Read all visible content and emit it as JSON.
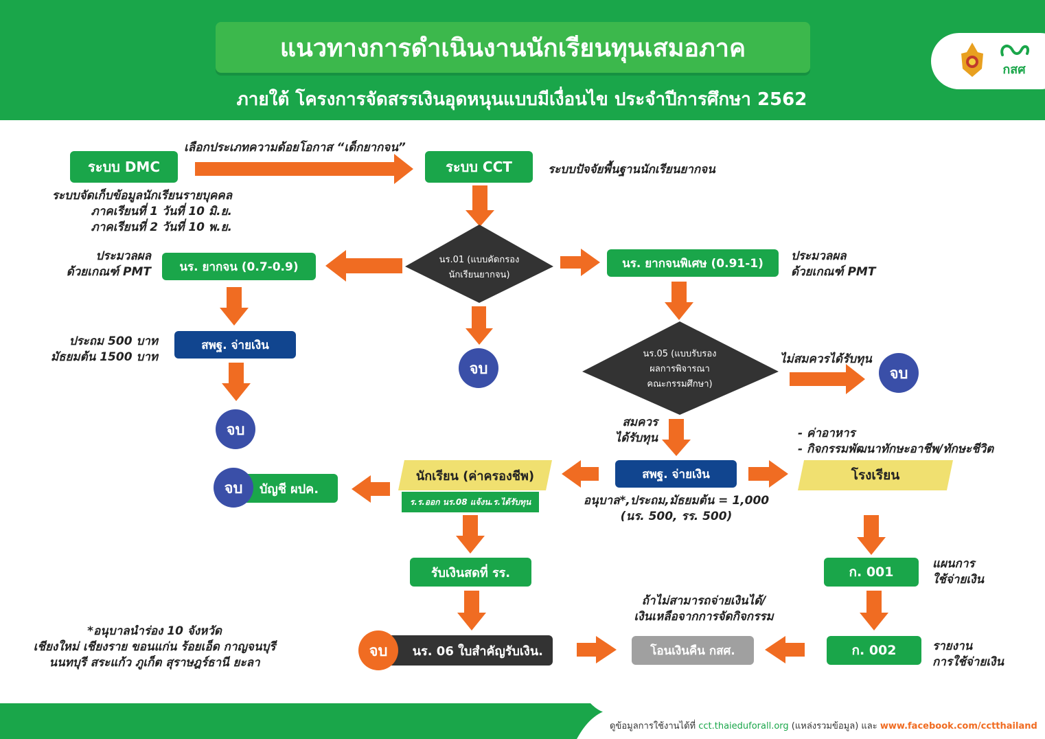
{
  "header": {
    "title": "แนวทางการดำเนินงานนักเรียนทุนเสมอภาค",
    "subtitle": "ภายใต้ โครงการจัดสรรเงินอุดหนุนแบบมีเงื่อนไข ประจำปีการศึกษา 2562",
    "logo_text": "กสศ"
  },
  "nodes": {
    "dmc": "ระบบ DMC",
    "cct": "ระบบ CCT",
    "poor": "นร. ยากจน (0.7-0.9)",
    "extreme": "นร. ยากจนพิเศษ (0.91-1)",
    "pay1": "สพฐ. จ่ายเงิน",
    "pay2": "สพฐ. จ่ายเงิน",
    "student": "นักเรียน (ค่าครองชีพ)",
    "student_sub": "ร.ร.ออก นร.08 แจ้งน.ร.ได้รับทุน",
    "school": "โรงเรียน",
    "account": "บัญชี ผปค.",
    "cash": "รับเงินสดที่ รร.",
    "receipt": "นร. 06 ใบสำคัญรับเงิน.",
    "refund": "โอนเงินคืน กสศ.",
    "k001": "ก. 001",
    "k002": "ก. 002",
    "d1_line1": "นร.01 (แบบคัดกรอง",
    "d1_line2": "นักเรียนยากจน)",
    "d2_line1": "นร.05 (แบบรับรอง",
    "d2_line2": "ผลการพิจารณา",
    "d2_line3": "คณะกรรมศึกษา)",
    "end": "จบ"
  },
  "notes": {
    "select_type": "เลือกประเภทความด้อยโอกาส “เด็กยากจน”",
    "cct_desc": "ระบบปัจจัยพื้นฐานนักเรียนยากจน",
    "dmc_desc1": "ระบบจัดเก็บข้อมูลนักเรียนรายบุคคล",
    "dmc_desc2": "ภาคเรียนที่ 1 วันที่ 10 มิ.ย.",
    "dmc_desc3": "ภาคเรียนที่ 2 วันที่ 10 พ.ย.",
    "pmt_left1": "ประมวลผล",
    "pmt_left2": "ด้วยเกณฑ์ PMT",
    "pmt_right1": "ประมวลผล",
    "pmt_right2": "ด้วยเกณฑ์ PMT",
    "amount1": "ประถม 500 บาท",
    "amount2": "มัธยมต้น 1500 บาท",
    "not_eligible": "ไม่สมควรได้รับทุน",
    "eligible1": "สมควร",
    "eligible2": "ได้รับทุน",
    "food": "- ค่าอาหาร",
    "activity": "- กิจกรรมพัฒนาทักษะอาชีพ/ทักษะชีวิต",
    "amount3": "อนุบาล*,ประถม,มัธยมต้น = 1,000",
    "amount4": "(นร. 500, รร. 500)",
    "plan1": "แผนการ",
    "plan2": "ใช้จ่ายเงิน",
    "report1": "รายงาน",
    "report2": "การใช้จ่ายเงิน",
    "cannot1": "ถ้าไม่สามารถจ่ายเงินได้/",
    "cannot2": "เงินเหลือจากการจัดกิจกรรม",
    "pilot1": "*อนุบาลนำร่อง 10 จังหวัด",
    "pilot2": "เชียงใหม่ เชียงราย ขอนแก่น ร้อยเอ็ด กาญจนบุรี",
    "pilot3": "นนทบุรี สระแก้ว ภูเก็ต สุราษฎร์ธานี ยะลา"
  },
  "footer": {
    "prefix": "ดูข้อมูลการใช้งานได้ที่ ",
    "link1": "cct.thaieduforall.org",
    "middle": " (แหล่งรวมข้อมูล) และ ",
    "link2": "www.facebook.com/cctthailand"
  },
  "colors": {
    "green": "#1aa64a",
    "navy": "#11458f",
    "orange": "#f06c22",
    "diamond": "#333333",
    "end_circle": "#3a4fa8",
    "yellow": "#f0e070"
  }
}
